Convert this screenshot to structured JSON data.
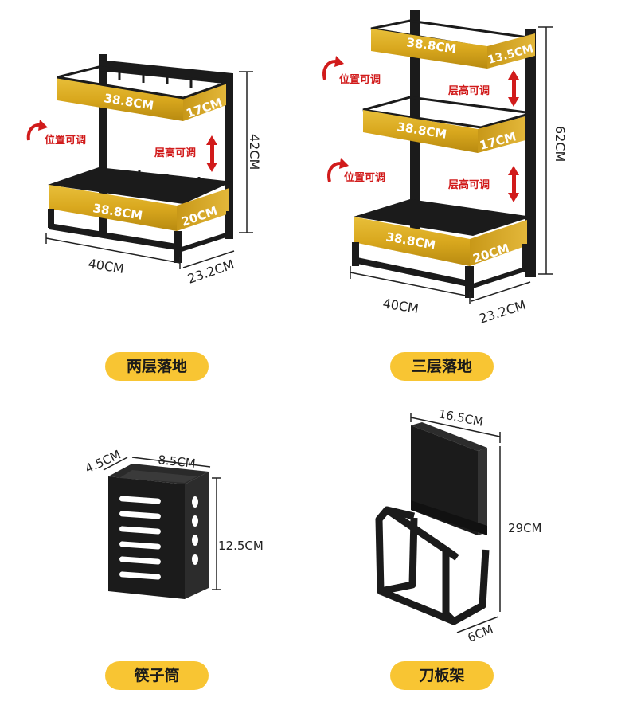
{
  "colors": {
    "gold": "#d9a81e",
    "black": "#1b1b1b",
    "red": "#d11b1b",
    "pill": "#f8c533"
  },
  "products": {
    "two_tier": {
      "label": "两层落地",
      "shelf_top_length": "38.8CM",
      "shelf_top_depth": "17CM",
      "shelf_bottom_length": "38.8CM",
      "shelf_bottom_depth": "20CM",
      "adjust_position": "位置可调",
      "adjust_height": "层高可调",
      "height": "42CM",
      "width": "40CM",
      "depth": "23.2CM"
    },
    "three_tier": {
      "label": "三层落地",
      "shelf_top_length": "38.8CM",
      "shelf_top_depth": "13.5CM",
      "shelf_mid_length": "38.8CM",
      "shelf_mid_depth": "17CM",
      "shelf_bottom_length": "38.8CM",
      "shelf_bottom_depth": "20CM",
      "adjust_position_1": "位置可调",
      "adjust_height_1": "层高可调",
      "adjust_position_2": "位置可调",
      "adjust_height_2": "层高可调",
      "height": "62CM",
      "width": "40CM",
      "depth": "23.2CM"
    },
    "chopstick_holder": {
      "label": "筷子筒",
      "depth": "4.5CM",
      "width": "8.5CM",
      "height": "12.5CM"
    },
    "knife_rack": {
      "label": "刀板架",
      "width": "16.5CM",
      "height": "29CM",
      "depth": "6CM"
    }
  }
}
